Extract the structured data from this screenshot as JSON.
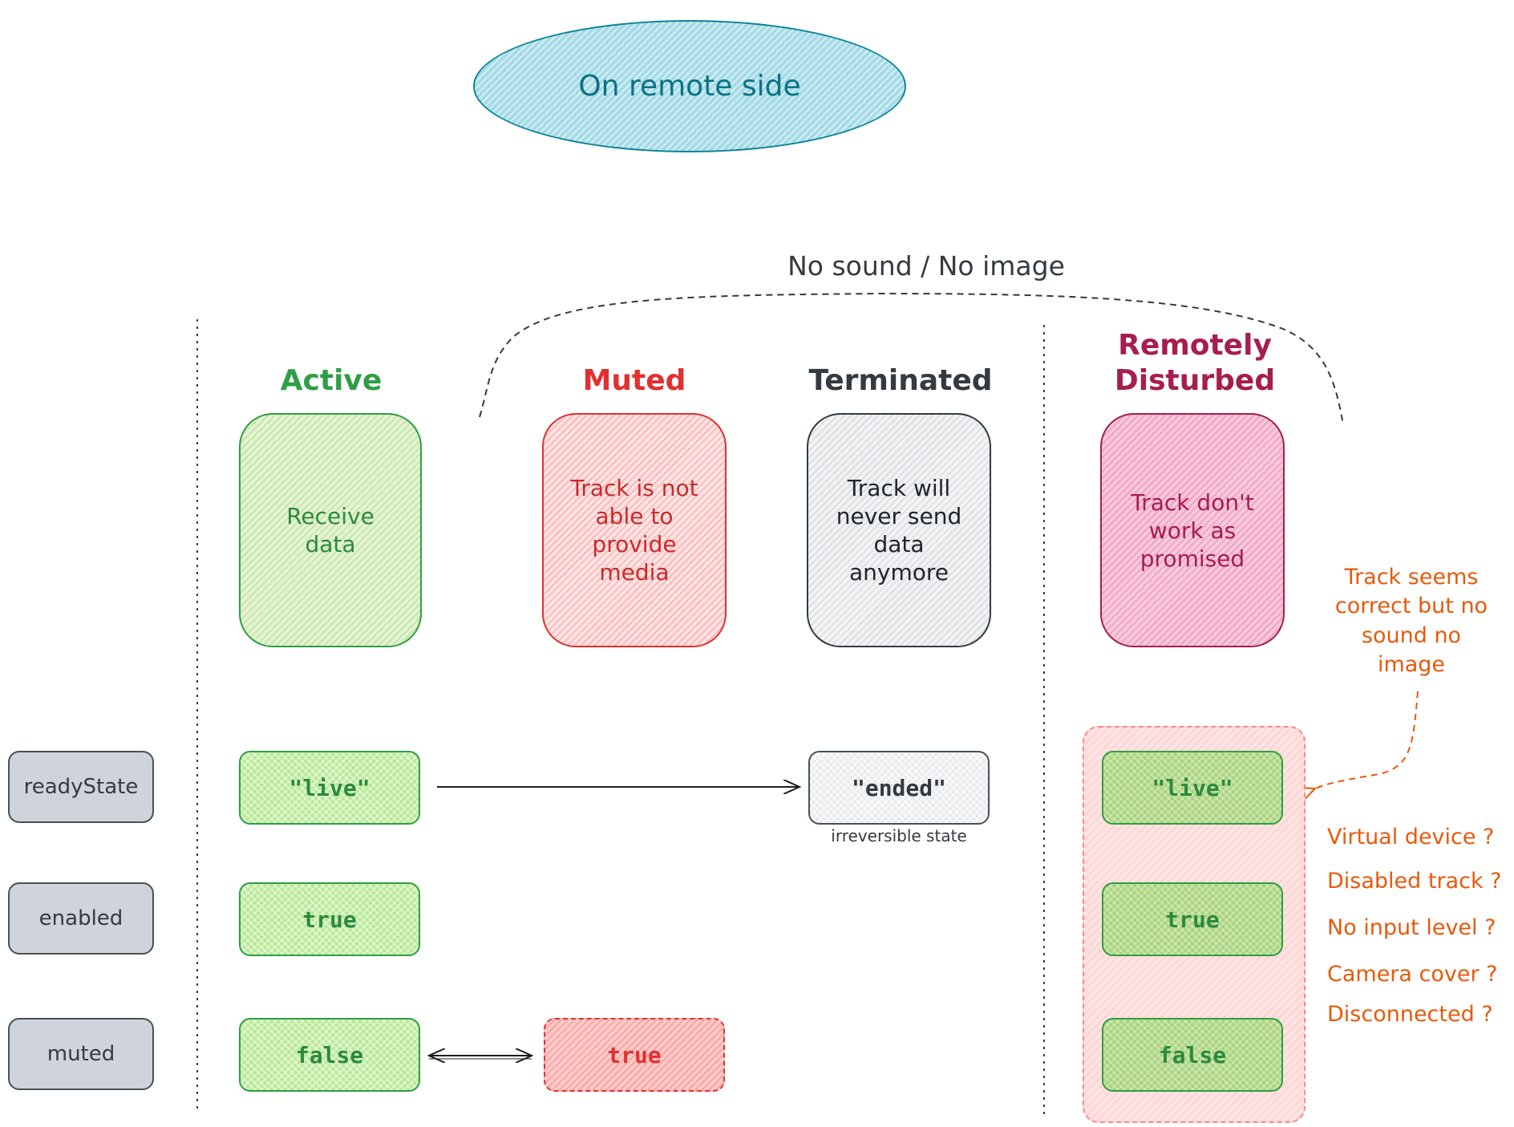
{
  "title": "On remote side",
  "group_label": "No sound / No image",
  "states": {
    "active": {
      "title": "Active",
      "description": "Receive data"
    },
    "muted": {
      "title": "Muted",
      "description": "Track is not able to provide media"
    },
    "terminated": {
      "title": "Terminated",
      "description": "Track will never send data anymore"
    },
    "remotely_disturbed": {
      "title": "Remotely Disturbed",
      "description": "Track don't work as promised"
    }
  },
  "properties": {
    "ready_state": "readyState",
    "enabled": "enabled",
    "muted": "muted"
  },
  "values": {
    "active_ready_state": "\"live\"",
    "active_enabled": "true",
    "active_muted": "false",
    "muted_muted": "true",
    "terminated_ready_state": "\"ended\"",
    "disturbed_ready_state": "\"live\"",
    "disturbed_enabled": "true",
    "disturbed_muted": "false"
  },
  "terminated_note": "irreversible state",
  "disturbed_note": "Track seems correct but no sound no image",
  "possible_causes": [
    "Virtual device ?",
    "Disabled track ?",
    "No input level ?",
    "Camera cover ?",
    "Disconnected ?"
  ],
  "colors": {
    "active": "#2f9e44",
    "muted": "#e03131",
    "terminated": "#343a40",
    "remotely_disturbed": "#a61e4d",
    "annotation": "#e8590c",
    "title": "#0c8599"
  }
}
